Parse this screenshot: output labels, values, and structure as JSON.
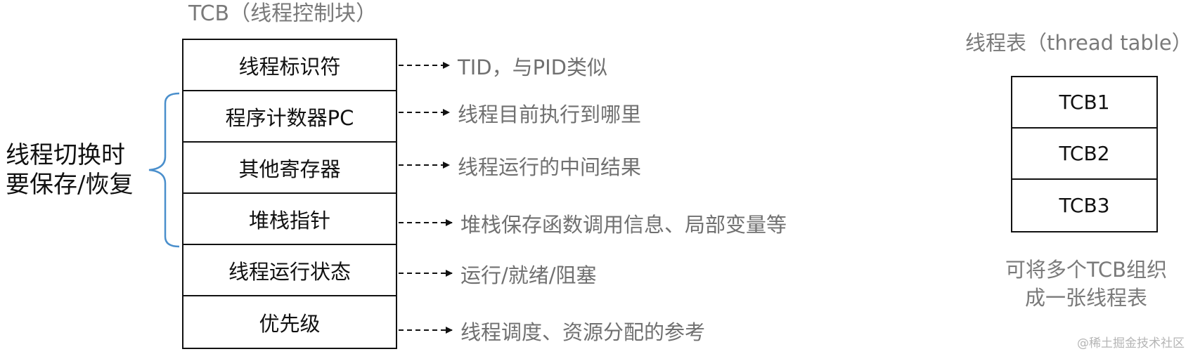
{
  "title": "TCB（线程控制块）",
  "tcb_rows": [
    {
      "label": "线程标识符",
      "description": "TID，与PID类似"
    },
    {
      "label": "程序计数器PC",
      "description": "线程目前执行到哪里"
    },
    {
      "label": "其他寄存器",
      "description": "线程运行的中间结果"
    },
    {
      "label": "堆栈指针",
      "description": "堆栈保存函数调用信息、局部变量等"
    },
    {
      "label": "线程运行状态",
      "description": "运行/就绪/阻塞"
    },
    {
      "label": "优先级",
      "description": "线程调度、资源分配的参考"
    }
  ],
  "side_label": {
    "line1": "线程切换时",
    "line2": "要保存/恢复"
  },
  "thread_table": {
    "title": "线程表（thread table）",
    "rows": [
      "TCB1",
      "TCB2",
      "TCB3"
    ],
    "note_line1": "可将多个TCB组织",
    "note_line2": "成一张线程表"
  },
  "watermark": "@稀土掘金技术社区",
  "colors": {
    "brace": "#4a8fcc",
    "arrow": "#111111",
    "muted_text": "#707070"
  }
}
